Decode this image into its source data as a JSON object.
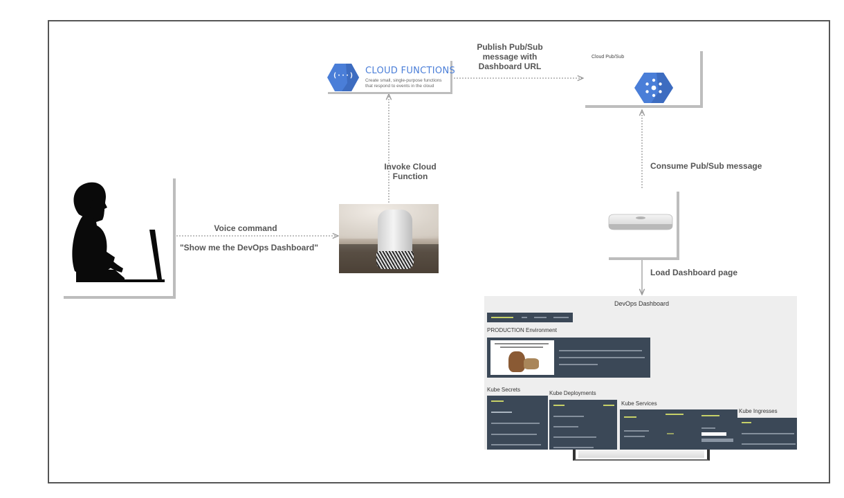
{
  "labels": {
    "publish": [
      "Publish Pub/Sub",
      "message with",
      "Dashboard URL"
    ],
    "invoke": [
      "Invoke Cloud",
      "Function"
    ],
    "consume": "Consume Pub/Sub message",
    "voice_command": "Voice command",
    "voice_quote": "\"Show me the DevOps Dashboard\"",
    "load_dashboard": "Load Dashboard page"
  },
  "cloud_functions": {
    "icon_glyph": "(···)",
    "title": "CLOUD FUNCTIONS",
    "description": [
      "Create small, single-purpose functions",
      "that respond to events in the cloud"
    ]
  },
  "pubsub": {
    "caption": "Cloud Pub/Sub"
  },
  "dashboard": {
    "title": "DevOps Dashboard",
    "production_heading": "PRODUCTION Environment",
    "sections": {
      "secrets": "Kube Secrets",
      "deployments": "Kube Deployments",
      "services": "Kube Services",
      "ingresses": "Kube Ingresses"
    }
  },
  "colors": {
    "frame": "#555555",
    "arrow": "#999999",
    "gcp_blue": "#4a7ed8",
    "panel": "#3b4857"
  }
}
